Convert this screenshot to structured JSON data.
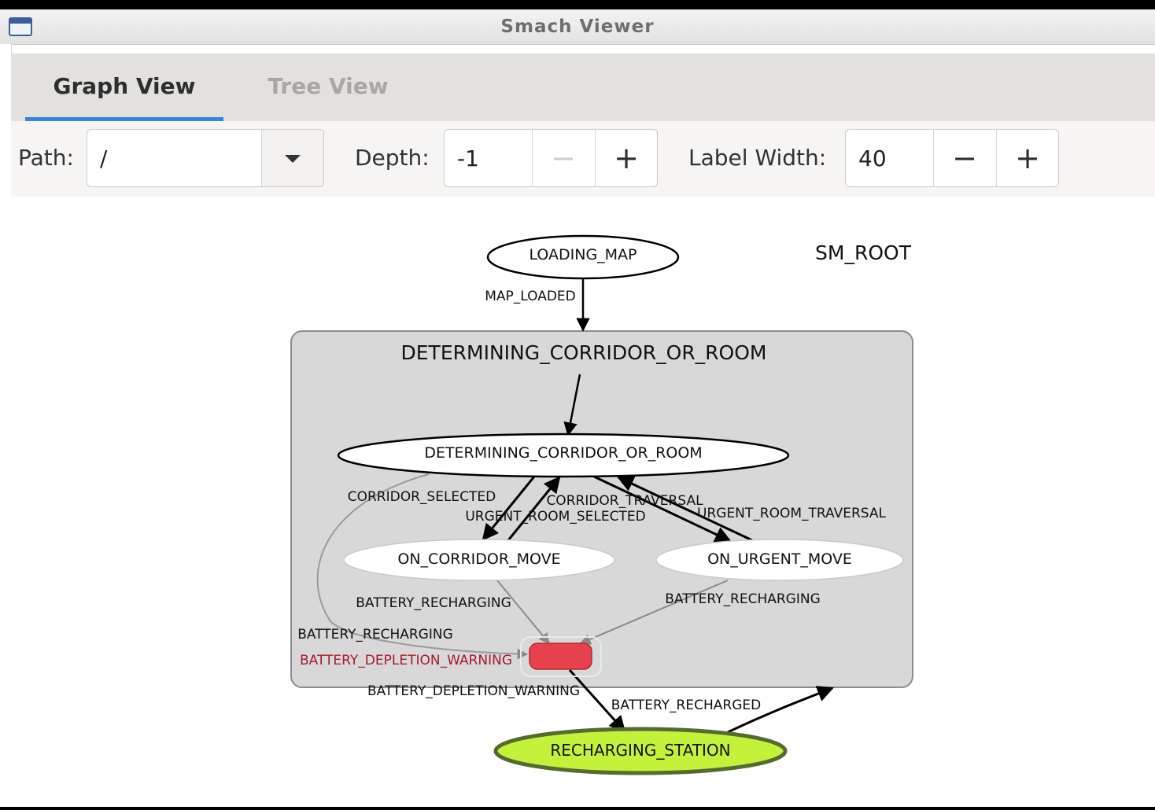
{
  "window": {
    "title": "Smach Viewer"
  },
  "tabs": [
    {
      "label": "Graph View",
      "active": true
    },
    {
      "label": "Tree View",
      "active": false
    }
  ],
  "toolbar": {
    "path_label": "Path:",
    "path_value": "/",
    "depth_label": "Depth:",
    "depth_value": "-1",
    "label_width_label": "Label Width:",
    "label_width_value": "40",
    "minus": "−",
    "plus": "+"
  },
  "graph": {
    "root_label": "SM_ROOT",
    "container_label": "DETERMINING_CORRIDOR_OR_ROOM",
    "states": {
      "loading_map": "LOADING_MAP",
      "determining": "DETERMINING_CORRIDOR_OR_ROOM",
      "on_corridor_move": "ON_CORRIDOR_MOVE",
      "on_urgent_move": "ON_URGENT_MOVE",
      "recharging_station": "RECHARGING_STATION"
    },
    "transitions": {
      "map_loaded": "MAP_LOADED",
      "corridor_selected": "CORRIDOR_SELECTED",
      "corridor_traversal": "CORRIDOR_TRAVERSAL",
      "urgent_room_selected": "URGENT_ROOM_SELECTED",
      "urgent_room_traversal": "URGENT_ROOM_TRAVERSAL",
      "battery_recharging_corridor": "BATTERY_RECHARGING",
      "battery_recharging_urgent": "BATTERY_RECHARGING",
      "battery_recharging_determining": "BATTERY_RECHARGING",
      "battery_depletion_warning_in": "BATTERY_DEPLETION_WARNING",
      "battery_depletion_warning_out": "BATTERY_DEPLETION_WARNING",
      "battery_recharged": "BATTERY_RECHARGED"
    },
    "colors": {
      "container_fill": "#d8d8d8",
      "active_outcome": "#e8404d",
      "warning_text": "#a8192b",
      "recharging_fill": "#c4f23a",
      "recharging_stroke": "#556b2f"
    }
  }
}
